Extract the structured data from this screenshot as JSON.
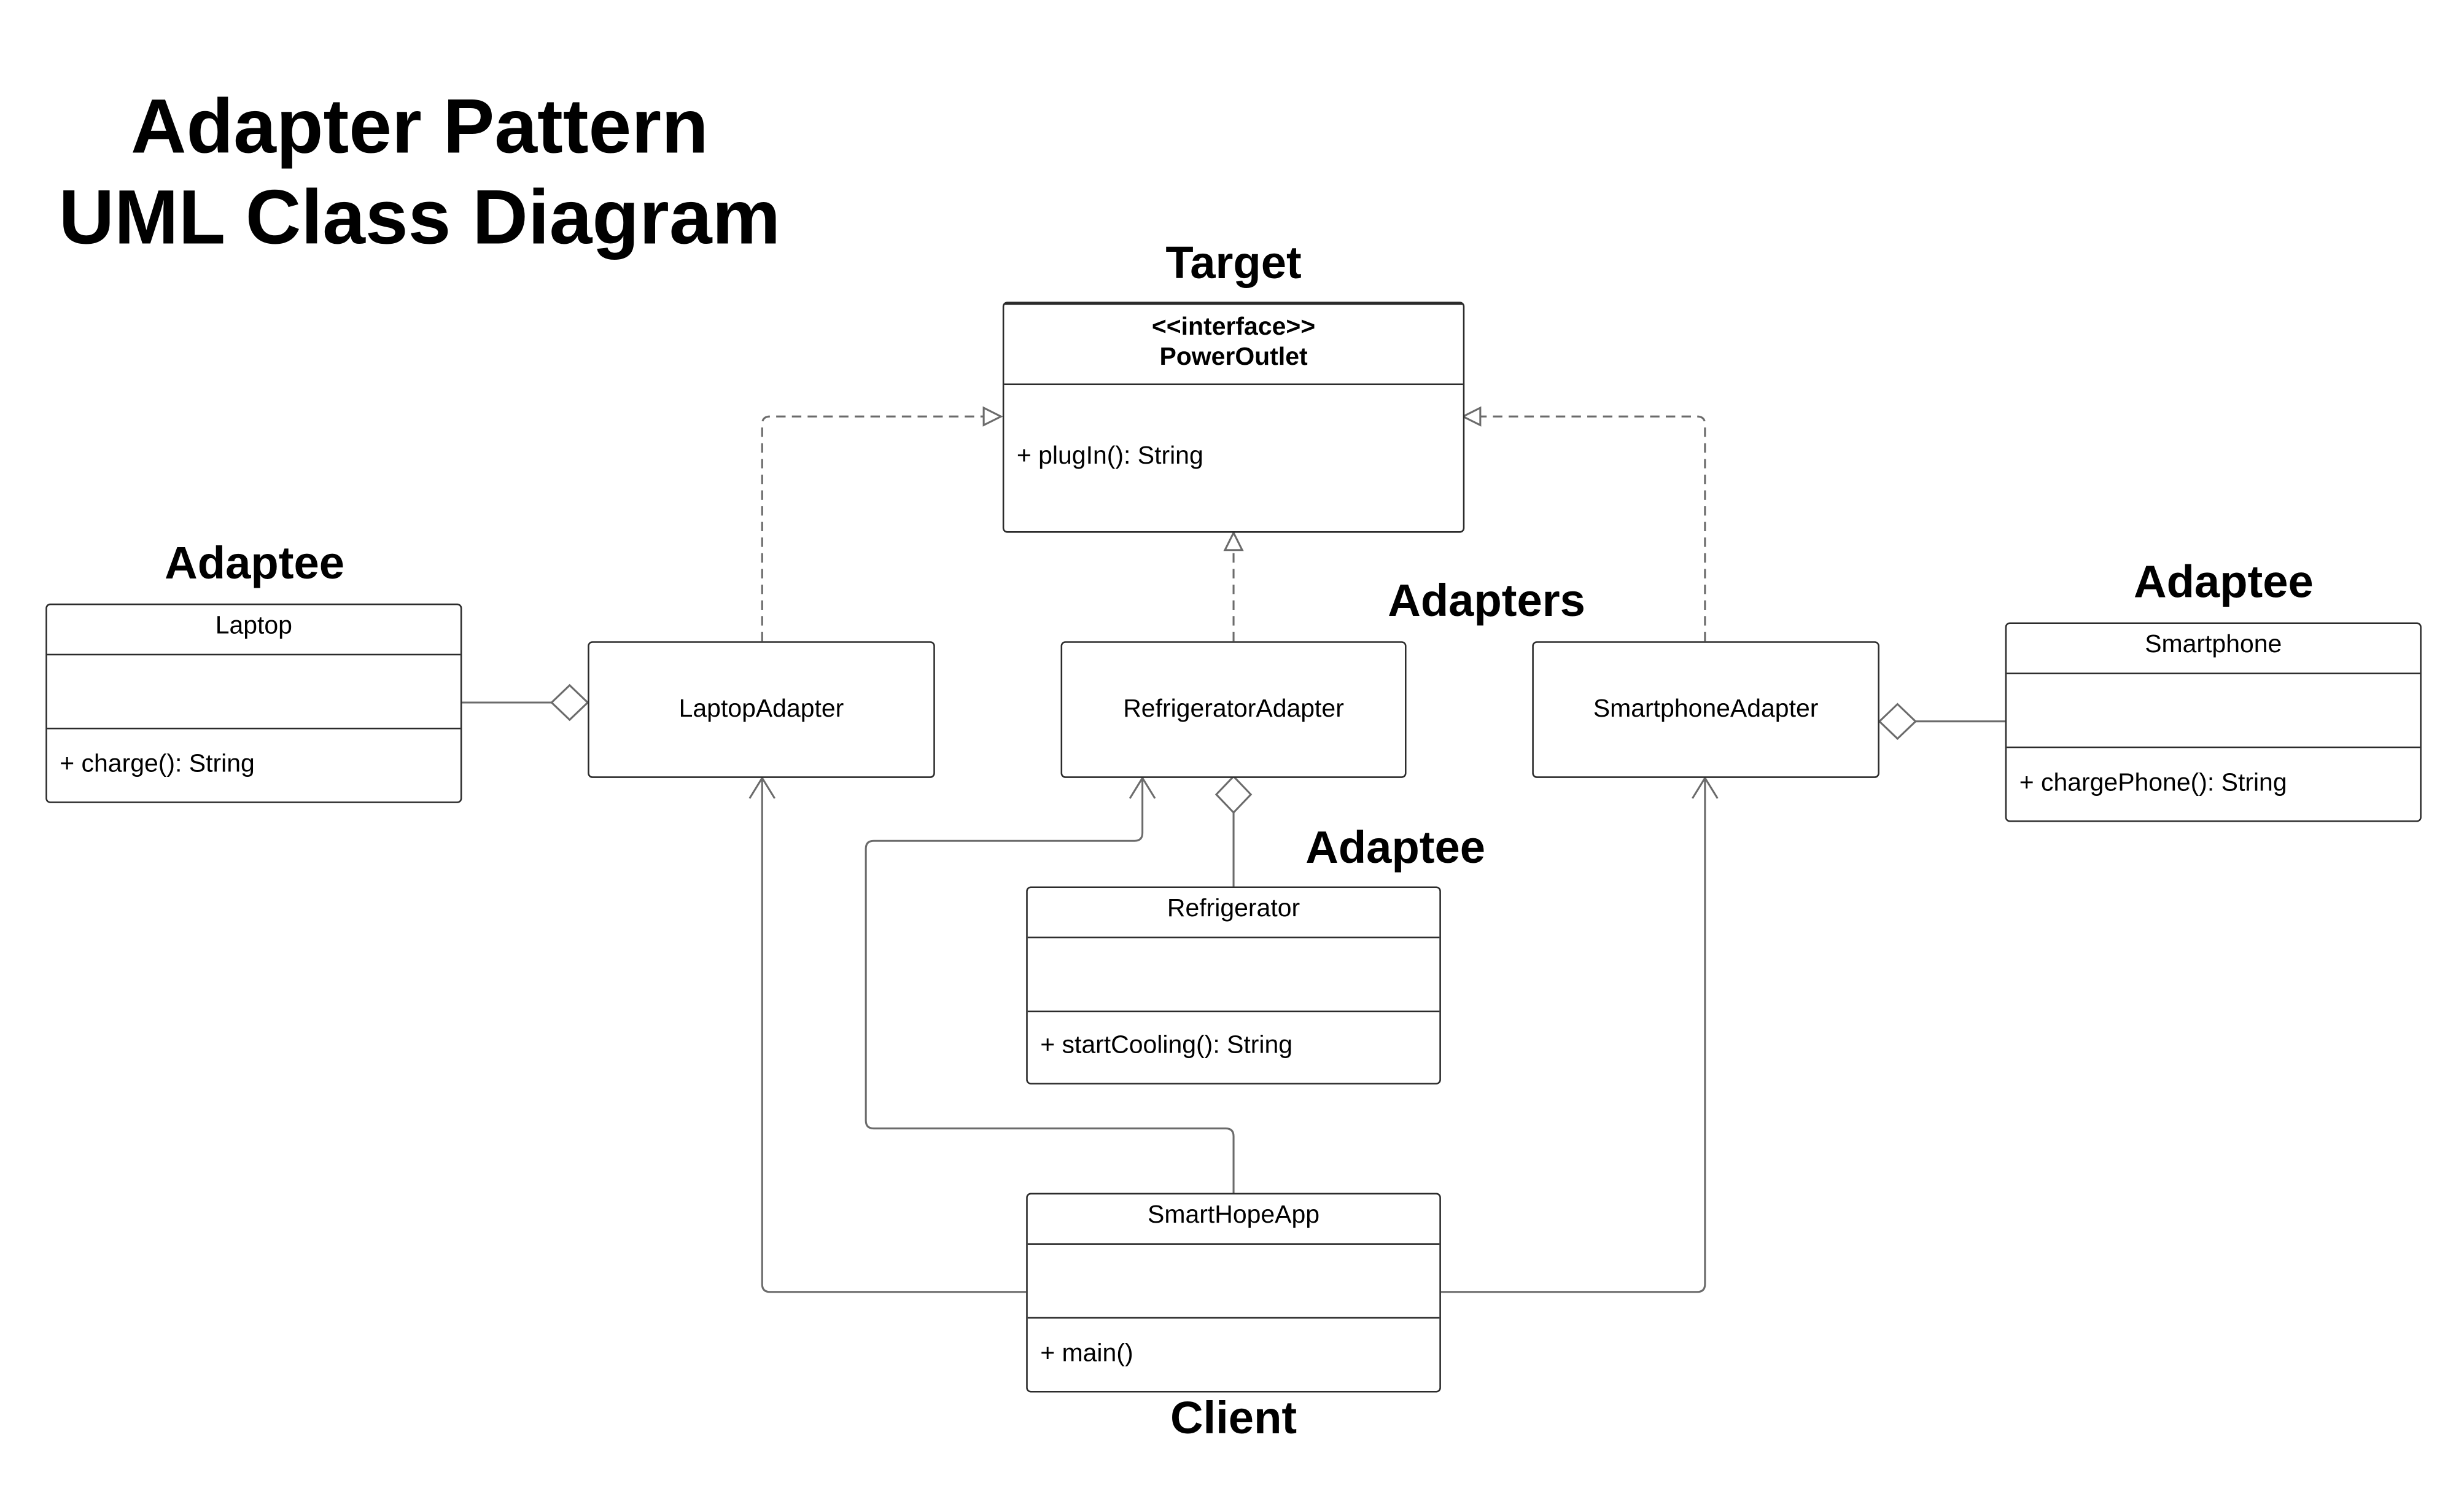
{
  "diagram": {
    "title_line1": "Adapter Pattern",
    "title_line2": "UML Class Diagram",
    "labels": {
      "target": "Target",
      "adaptee_left": "Adaptee",
      "adapters": "Adapters",
      "adaptee_right": "Adaptee",
      "adaptee_middle": "Adaptee",
      "client": "Client"
    },
    "classes": {
      "power_outlet": {
        "stereotype": "<<interface>>",
        "name": "PowerOutlet",
        "method": "+ plugIn(): String"
      },
      "laptop": {
        "name": "Laptop",
        "method": "+ charge(): String"
      },
      "laptop_adapter": {
        "name": "LaptopAdapter"
      },
      "refrigerator_adapter": {
        "name": "RefrigeratorAdapter"
      },
      "smartphone_adapter": {
        "name": "SmartphoneAdapter"
      },
      "smartphone": {
        "name": "Smartphone",
        "method": "+ chargePhone(): String"
      },
      "refrigerator": {
        "name": "Refrigerator",
        "method": "+ startCooling(): String"
      },
      "smart_hope_app": {
        "name": "SmartHopeApp",
        "method": "+ main()"
      }
    },
    "relations": [
      {
        "from": "LaptopAdapter",
        "to": "PowerOutlet",
        "kind": "realization"
      },
      {
        "from": "RefrigeratorAdapter",
        "to": "PowerOutlet",
        "kind": "realization"
      },
      {
        "from": "SmartphoneAdapter",
        "to": "PowerOutlet",
        "kind": "realization"
      },
      {
        "from": "LaptopAdapter",
        "to": "Laptop",
        "kind": "aggregation"
      },
      {
        "from": "RefrigeratorAdapter",
        "to": "Refrigerator",
        "kind": "aggregation"
      },
      {
        "from": "SmartphoneAdapter",
        "to": "Smartphone",
        "kind": "aggregation"
      },
      {
        "from": "SmartHopeApp",
        "to": "LaptopAdapter",
        "kind": "association"
      },
      {
        "from": "SmartHopeApp",
        "to": "RefrigeratorAdapter",
        "kind": "association"
      },
      {
        "from": "SmartHopeApp",
        "to": "SmartphoneAdapter",
        "kind": "association"
      }
    ],
    "line_color": "#6b6b6b",
    "border_color": "#2b2b2b"
  }
}
